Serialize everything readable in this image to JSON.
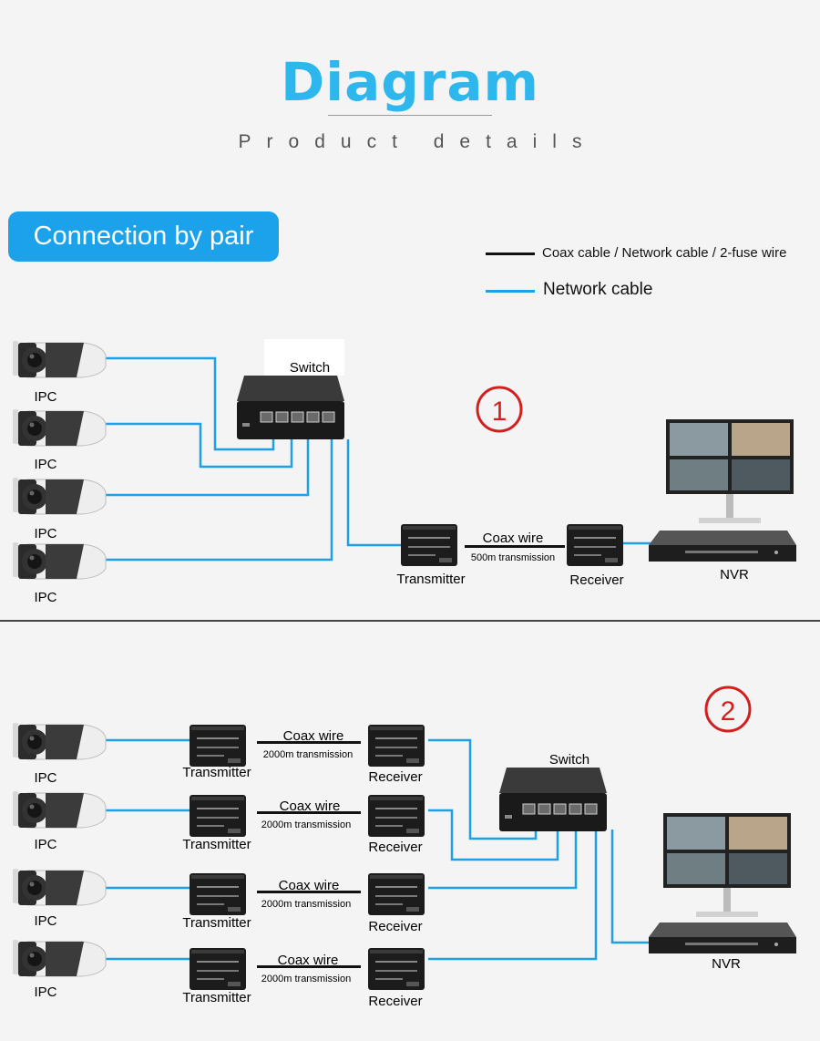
{
  "header": {
    "title": "Diagram",
    "subtitle": "Product details"
  },
  "section_label": "Connection by pair",
  "legend": {
    "black": "Coax cable / Network cable / 2-fuse wire",
    "blue": "Network cable"
  },
  "colors": {
    "accent": "#1ba2eb",
    "title": "#2eb7ec",
    "network_cable": "#1ea0e6",
    "coax": "#111111",
    "badge": "#d2201f"
  },
  "diagram1": {
    "badge": "1",
    "switch_label": "Switch",
    "camera_label": "IPC",
    "cameras": [
      "IPC",
      "IPC",
      "IPC",
      "IPC"
    ],
    "transmitter_label": "Transmitter",
    "receiver_label": "Receiver",
    "coax_label": "Coax wire",
    "distance_label": "500m transmission",
    "nvr_label": "NVR"
  },
  "diagram2": {
    "badge": "2",
    "switch_label": "Switch",
    "nvr_label": "NVR",
    "links": [
      {
        "camera": "IPC",
        "transmitter": "Transmitter",
        "coax": "Coax wire",
        "distance": "2000m transmission",
        "receiver": "Receiver"
      },
      {
        "camera": "IPC",
        "transmitter": "Transmitter",
        "coax": "Coax wire",
        "distance": "2000m transmission",
        "receiver": "Receiver"
      },
      {
        "camera": "IPC",
        "transmitter": "Transmitter",
        "coax": "Coax wire",
        "distance": "2000m transmission",
        "receiver": "Receiver"
      },
      {
        "camera": "IPC",
        "transmitter": "Transmitter",
        "coax": "Coax wire",
        "distance": "2000m transmission",
        "receiver": "Receiver"
      }
    ]
  }
}
